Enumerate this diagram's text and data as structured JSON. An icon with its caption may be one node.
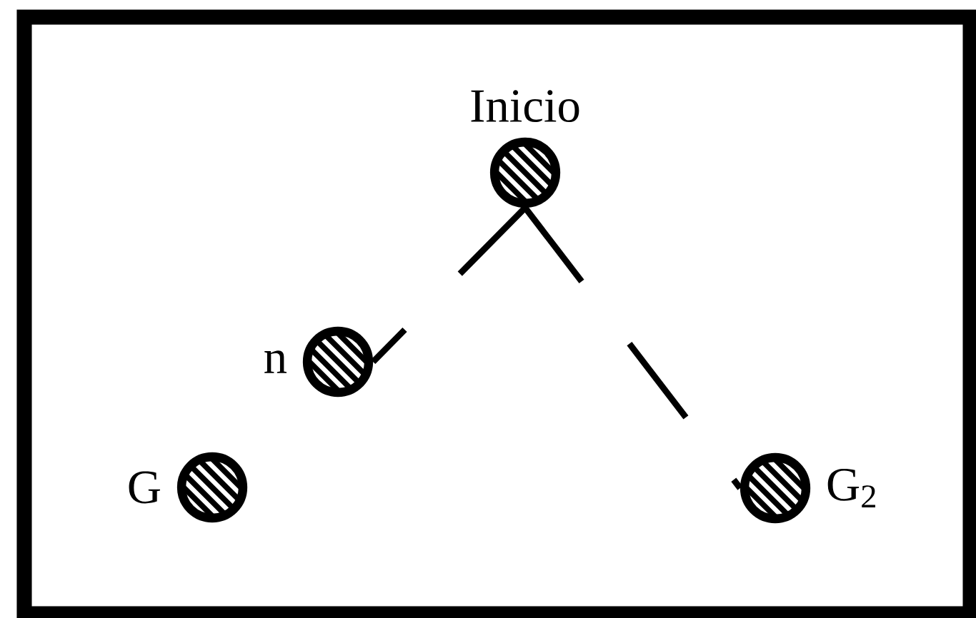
{
  "diagram": {
    "nodes": [
      {
        "text": [
          "Inicio"
        ]
      },
      {
        "text": [
          "n"
        ]
      },
      {
        "text": [
          "G"
        ]
      },
      {
        "text": [
          "G$_{2}$"
        ]
      }
    ],
    "edges": [
      {
        "from": 0,
        "to": 1,
        "arrow": "none",
        "style": "dashed"
      },
      {
        "from": 0,
        "to": 3,
        "arrow": "none",
        "style": "dashed"
      }
    ]
  }
}
